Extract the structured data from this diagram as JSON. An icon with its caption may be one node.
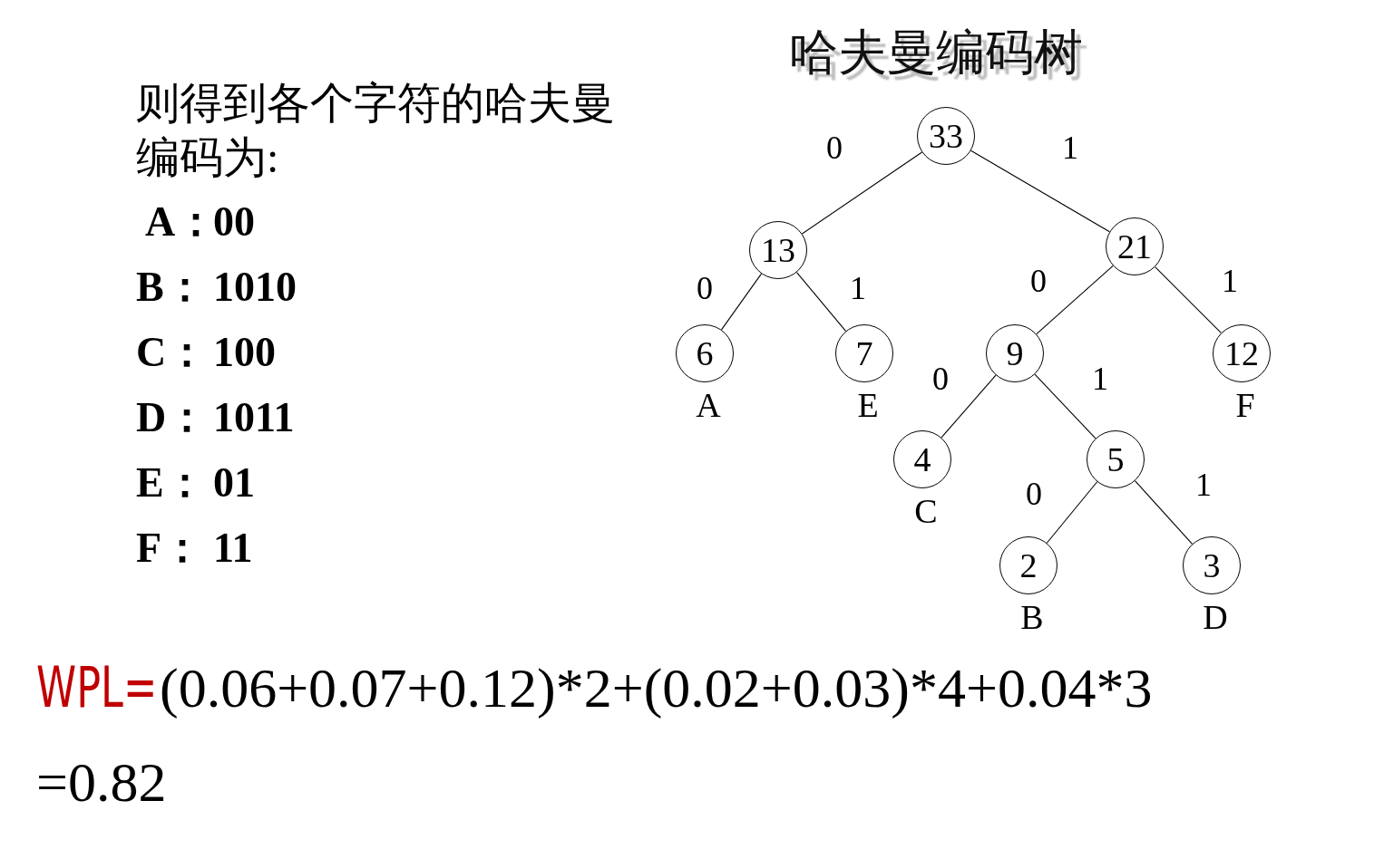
{
  "diagram": {
    "title": "哈夫曼编码树",
    "nodes": [
      {
        "text": [
          "33"
        ]
      },
      {
        "text": [
          "13"
        ]
      },
      {
        "text": [
          "21"
        ]
      },
      {
        "text": [
          "6"
        ],
        "beside": [
          "A"
        ]
      },
      {
        "text": [
          "7"
        ],
        "beside": [
          "E"
        ]
      },
      {
        "text": [
          "9"
        ]
      },
      {
        "text": [
          "12"
        ],
        "beside": [
          "F"
        ]
      },
      {
        "text": [
          "4"
        ],
        "beside": [
          "C"
        ]
      },
      {
        "text": [
          "5"
        ]
      },
      {
        "text": [
          "2"
        ],
        "beside": [
          "B"
        ]
      },
      {
        "text": [
          "3"
        ],
        "beside": [
          "D"
        ]
      }
    ],
    "edges": [
      {
        "from": 0,
        "to": 1,
        "arrow": "none",
        "label": "0"
      },
      {
        "from": 0,
        "to": 2,
        "arrow": "none",
        "label": "1"
      },
      {
        "from": 1,
        "to": 3,
        "arrow": "none",
        "label": "0"
      },
      {
        "from": 1,
        "to": 4,
        "arrow": "none",
        "label": "1"
      },
      {
        "from": 2,
        "to": 5,
        "arrow": "none",
        "label": "0"
      },
      {
        "from": 2,
        "to": 6,
        "arrow": "none",
        "label": "1"
      },
      {
        "from": 5,
        "to": 7,
        "arrow": "none",
        "label": "0"
      },
      {
        "from": 5,
        "to": 8,
        "arrow": "none",
        "label": "1"
      },
      {
        "from": 8,
        "to": 9,
        "arrow": "none",
        "label": "0"
      },
      {
        "from": 8,
        "to": 10,
        "arrow": "none",
        "label": "1"
      }
    ],
    "labels": [
      "则得到各个字符的哈夫曼编码为:",
      "A：",
      "00",
      "B：",
      "1010",
      "C：",
      "100",
      "D：",
      "1011",
      "E：",
      "01",
      "F：",
      "11",
      "WPL=",
      "(0.06+0.07+0.12)*2+(0.02+0.03)*4+0.04*3",
      "=0.82"
    ]
  }
}
